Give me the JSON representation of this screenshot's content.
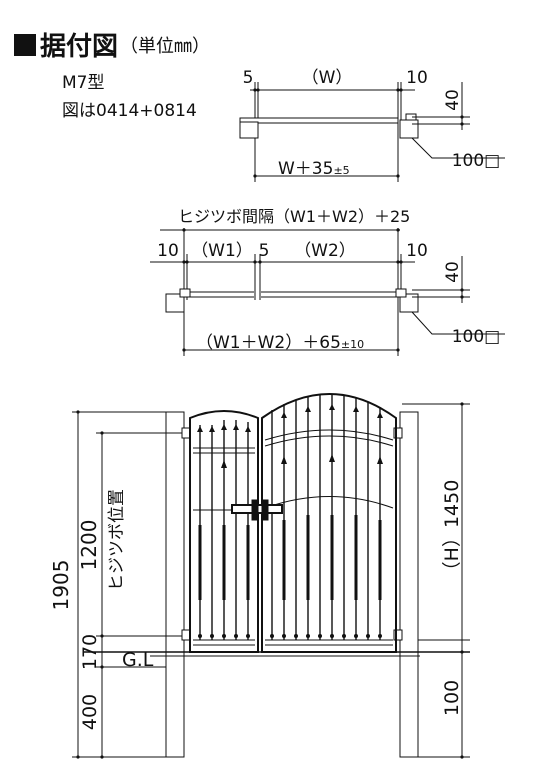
{
  "title": "■据付図",
  "title_text": "据付図",
  "unit_note": "（単位㎜）",
  "model": "M7型",
  "figure_note": "図は0414+0814",
  "single_gate": {
    "left_gap": "5",
    "width": "（W）",
    "right_gap": "10",
    "depth": "40",
    "post_size": "100□",
    "overall": "W＋35",
    "tolerance": "±5"
  },
  "double_gate": {
    "hinge_pitch": "ヒジツボ間隔（W1＋W2）＋25",
    "left_gap": "10",
    "width1": "（W1）",
    "center_gap": "5",
    "width2": "（W2）",
    "right_gap": "10",
    "depth": "40",
    "post_size": "100□",
    "overall": "（W1＋W2）＋65",
    "tolerance": "±10"
  },
  "elevation": {
    "total_height": "1905",
    "hinge_height": "1200",
    "hinge_label": "ヒジツボ位置",
    "bottom_clear": "170",
    "ground": "G.L",
    "embed_depth": "400",
    "gate_height": "（H）1450",
    "base_height": "100"
  },
  "colors": {
    "line": "#111111",
    "background": "#ffffff"
  }
}
